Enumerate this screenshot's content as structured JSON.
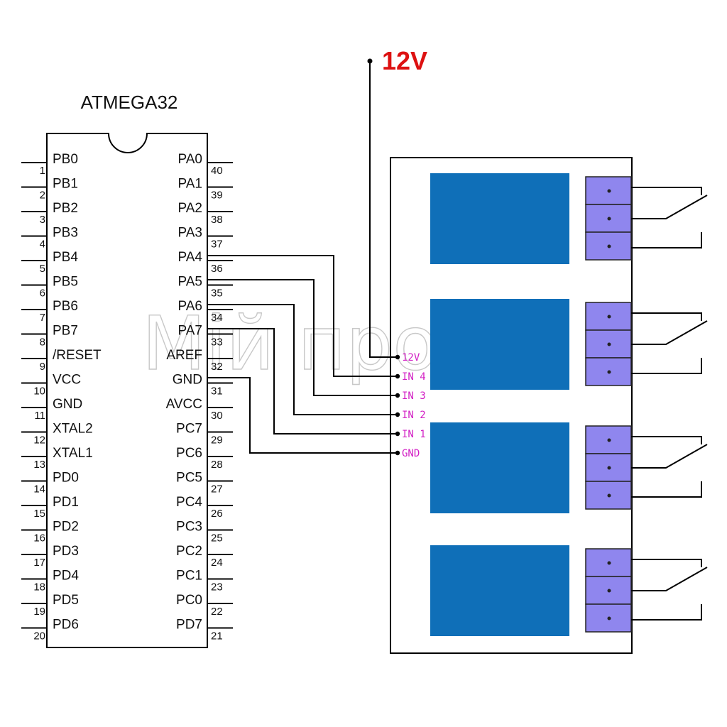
{
  "chip": {
    "title": "ATMEGA32",
    "left_pins": [
      {
        "num": "1",
        "label": "PB0"
      },
      {
        "num": "2",
        "label": "PB1"
      },
      {
        "num": "3",
        "label": "PB2"
      },
      {
        "num": "4",
        "label": "PB3"
      },
      {
        "num": "5",
        "label": "PB4"
      },
      {
        "num": "6",
        "label": "PB5"
      },
      {
        "num": "7",
        "label": "PB6"
      },
      {
        "num": "8",
        "label": "PB7"
      },
      {
        "num": "9",
        "label": "/RESET"
      },
      {
        "num": "10",
        "label": "VCC"
      },
      {
        "num": "11",
        "label": "GND"
      },
      {
        "num": "12",
        "label": "XTAL2"
      },
      {
        "num": "13",
        "label": "XTAL1"
      },
      {
        "num": "14",
        "label": "PD0"
      },
      {
        "num": "15",
        "label": "PD1"
      },
      {
        "num": "16",
        "label": "PD2"
      },
      {
        "num": "17",
        "label": "PD3"
      },
      {
        "num": "18",
        "label": "PD4"
      },
      {
        "num": "19",
        "label": "PD5"
      },
      {
        "num": "20",
        "label": "PD6"
      }
    ],
    "right_pins": [
      {
        "num": "40",
        "label": "PA0"
      },
      {
        "num": "39",
        "label": "PA1"
      },
      {
        "num": "38",
        "label": "PA2"
      },
      {
        "num": "37",
        "label": "PA3"
      },
      {
        "num": "36",
        "label": "PA4"
      },
      {
        "num": "35",
        "label": "PA5"
      },
      {
        "num": "34",
        "label": "PA6"
      },
      {
        "num": "33",
        "label": "PA7"
      },
      {
        "num": "32",
        "label": "AREF"
      },
      {
        "num": "31",
        "label": "GND"
      },
      {
        "num": "30",
        "label": "AVCC"
      },
      {
        "num": "29",
        "label": "PC7"
      },
      {
        "num": "28",
        "label": "PC6"
      },
      {
        "num": "27",
        "label": "PC5"
      },
      {
        "num": "26",
        "label": "PC4"
      },
      {
        "num": "25",
        "label": "PC3"
      },
      {
        "num": "24",
        "label": "PC2"
      },
      {
        "num": "23",
        "label": "PC1"
      },
      {
        "num": "22",
        "label": "PC0"
      },
      {
        "num": "21",
        "label": "PD7"
      }
    ]
  },
  "power": {
    "label": "12V",
    "color": "#dd1111"
  },
  "relay_module": {
    "inputs": [
      {
        "label": "12V"
      },
      {
        "label": "IN 4"
      },
      {
        "label": "IN 3"
      },
      {
        "label": "IN 2"
      },
      {
        "label": "IN 1"
      },
      {
        "label": "GND"
      }
    ],
    "input_color": "#d21fc4",
    "relay_color": "#0f6fb8",
    "terminal_color": "#8f86ee",
    "relay_count": 4
  },
  "watermark": "Мій проект"
}
